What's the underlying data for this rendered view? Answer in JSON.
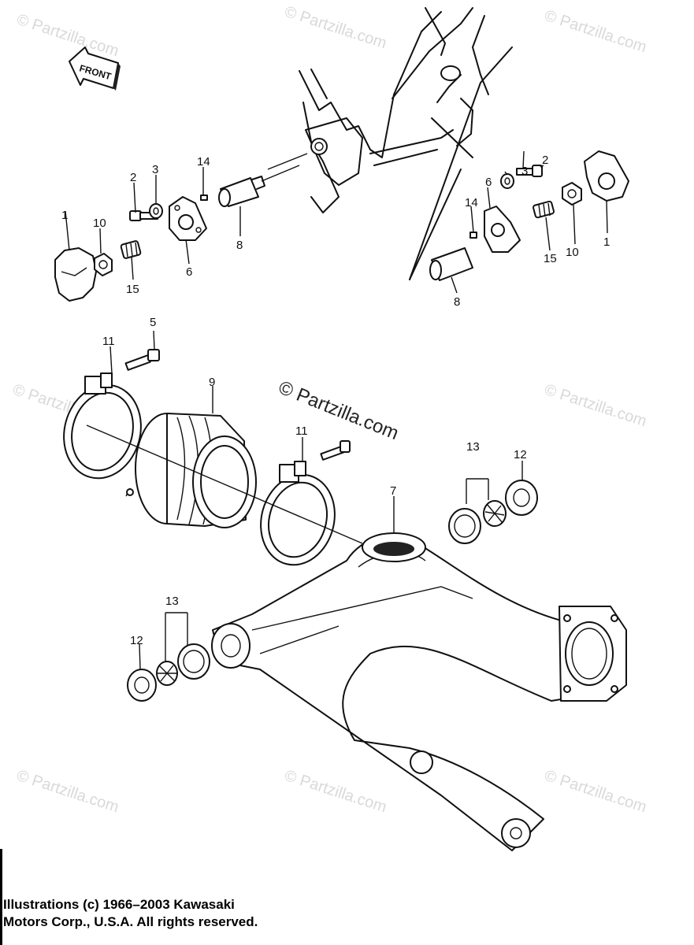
{
  "diagram": {
    "front_label": "FRONT",
    "callouts": [
      "1",
      "2",
      "3",
      "14",
      "6",
      "8",
      "10",
      "15",
      "5",
      "11",
      "9",
      "7",
      "13",
      "12"
    ],
    "watermark_small": "© Partzilla.com",
    "watermark_center": "© Partzilla.com",
    "copyright_line1": "Illustrations (c) 1966–2003 Kawasaki",
    "copyright_line2": "Motors Corp., U.S.A.  All rights reserved."
  }
}
